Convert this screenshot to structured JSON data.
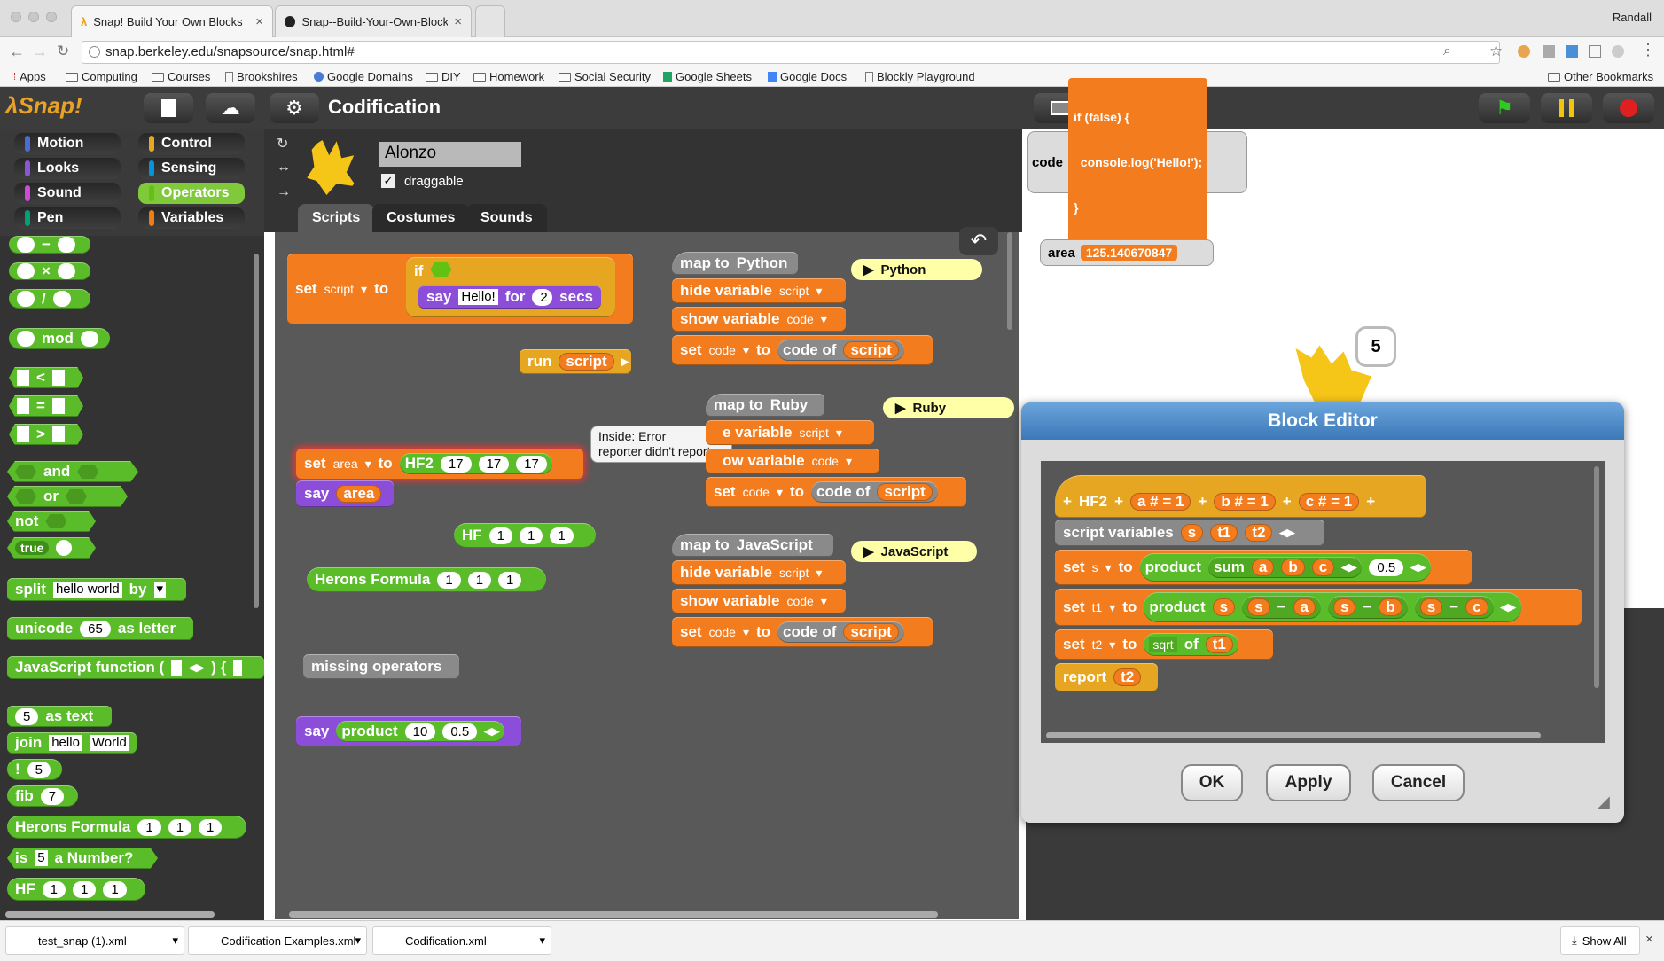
{
  "browser": {
    "tabs": [
      {
        "title": "Snap! Build Your Own Blocks"
      },
      {
        "title": "Snap--Build-Your-Own-Blocks"
      }
    ],
    "user": "Randall",
    "url": "snap.berkeley.edu/snapsource/snap.html#",
    "bookmarks": [
      "Apps",
      "Computing",
      "Courses",
      "Brookshires",
      "Google Domains",
      "DIY",
      "Homework",
      "Social Security",
      "Google Sheets",
      "Google Docs",
      "Blockly Playground"
    ],
    "other_bookmarks": "Other Bookmarks"
  },
  "snap": {
    "project_title": "Codification",
    "categories": [
      {
        "label": "Motion",
        "color": "#4a6cd4"
      },
      {
        "label": "Control",
        "color": "#e6a822"
      },
      {
        "label": "Looks",
        "color": "#8a55d7"
      },
      {
        "label": "Sensing",
        "color": "#0494dc"
      },
      {
        "label": "Sound",
        "color": "#cf4ad9"
      },
      {
        "label": "Operators",
        "color": "#62c213"
      },
      {
        "label": "Pen",
        "color": "#00a178"
      },
      {
        "label": "Variables",
        "color": "#ee7d16"
      }
    ],
    "palette": {
      "minus": "−",
      "times": "×",
      "divide": "/",
      "mod": "mod",
      "lt": "<",
      "eq": "=",
      "gt": ">",
      "and": "and",
      "or": "or",
      "not": "not",
      "true": "true",
      "split": "split",
      "split_text": "hello world",
      "split_by": "by",
      "unicode": "unicode",
      "unicode_num": "65",
      "as_letter": "as letter",
      "js_function": "JavaScript function (",
      "js_brace": ") {",
      "as_text_num": "5",
      "as_text": "as text",
      "join": "join",
      "join_a": "hello",
      "join_b": "World",
      "bang": "!",
      "bang_num": "5",
      "fib": "fib",
      "fib_num": "7",
      "herons": "Herons Formula",
      "herons_nums": [
        "1",
        "1",
        "1"
      ],
      "is": "is",
      "is_num": "5",
      "a_number": "a Number?",
      "hf": "HF",
      "hf_nums": [
        "1",
        "1",
        "1"
      ]
    },
    "sprite": {
      "name": "Alonzo",
      "draggable_label": "draggable",
      "tabs": [
        "Scripts",
        "Costumes",
        "Sounds"
      ]
    },
    "scripts": {
      "set_label": "set",
      "to_label": "to",
      "script_var": "script",
      "if_label": "if",
      "say_label": "say",
      "hello": "Hello!",
      "for_label": "for",
      "secs_num": "2",
      "secs": "secs",
      "run_label": "run",
      "area_var": "area",
      "hf2": "HF2",
      "hf2_nums": [
        "17",
        "17",
        "17"
      ],
      "tooltip_line1": "Inside: Error",
      "tooltip_line2": "reporter didn't report",
      "hf": "HF",
      "hf_nums": [
        "1",
        "1",
        "1"
      ],
      "herons": "Herons Formula",
      "herons_nums": [
        "1",
        "1",
        "1"
      ],
      "missing": "missing operators",
      "product": "product",
      "product_a": "10",
      "product_b": "0.5",
      "map_to": "map to",
      "python": "Python",
      "ruby": "Ruby",
      "javascript": "JavaScript",
      "hide_var": "hide variable",
      "show_var": "show variable",
      "code_var": "code",
      "code_of": "code of",
      "ruby_hide_partial": "e variable",
      "ruby_show_partial": "ow variable"
    },
    "stage": {
      "code_watcher_label": "code",
      "code_watcher_value_line1": "if (false) {",
      "code_watcher_value_line2": "  console.log('Hello!');",
      "code_watcher_value_line3": "}",
      "area_watcher_label": "area",
      "area_watcher_value": "125.140670847",
      "speech_bubble": "5"
    },
    "block_editor": {
      "title": "Block Editor",
      "proto_name": "HF2",
      "params": [
        "a # = 1",
        "b # = 1",
        "c # = 1"
      ],
      "script_variables": "script variables",
      "vars": [
        "s",
        "t1",
        "t2"
      ],
      "set": "set",
      "to": "to",
      "product": "product",
      "sum": "sum",
      "abc": [
        "a",
        "b",
        "c"
      ],
      "half": "0.5",
      "sqrt": "sqrt",
      "of": "of",
      "report": "report",
      "minus": "−",
      "ok": "OK",
      "apply": "Apply",
      "cancel": "Cancel"
    }
  },
  "downloads": {
    "files": [
      "test_snap (1).xml",
      "Codification Examples.xml",
      "Codification.xml"
    ],
    "show_all": "Show All"
  }
}
